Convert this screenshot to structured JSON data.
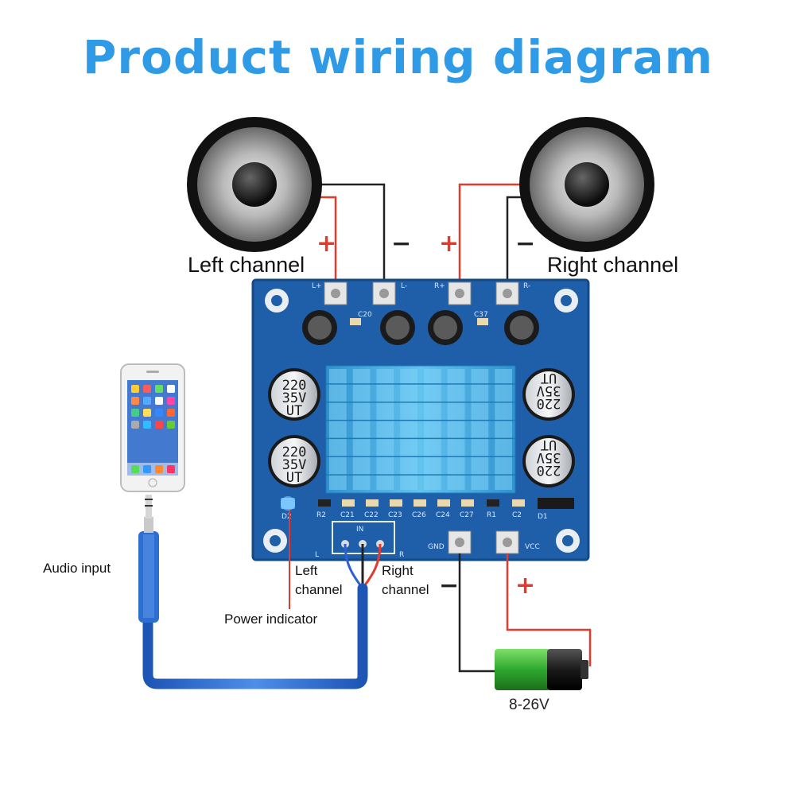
{
  "title": "Product wiring diagram",
  "labels": {
    "left_channel": "Left channel",
    "right_channel": "Right channel",
    "audio_input": "Audio input",
    "power_indicator": "Power indicator",
    "left_channel_small": "Left\nchannel",
    "right_channel_small": "Right\nchannel",
    "battery_voltage": "8-26V"
  },
  "signs": {
    "plus": "+",
    "minus": "−"
  },
  "board": {
    "terminals": [
      "L+",
      "L-",
      "R+",
      "R-"
    ],
    "power_terminals": [
      "GND",
      "VCC"
    ],
    "input_letters": [
      "L",
      "R"
    ],
    "capacitor_text": [
      "220",
      "35V",
      "UT"
    ],
    "component_labels": [
      "C20",
      "C37",
      "R2",
      "C21",
      "C22",
      "C23",
      "C26",
      "C24",
      "C27",
      "R1",
      "C2",
      "D1",
      "D2"
    ],
    "input_header": "IN"
  },
  "colors": {
    "title": "#2f9ae6",
    "wire_red": "#e23b2e",
    "wire_black": "#222222",
    "board": "#1f5ea8",
    "heatsink": "#39a6de",
    "cable": "#2c6fd1",
    "battery_green": "#3cb43c"
  }
}
